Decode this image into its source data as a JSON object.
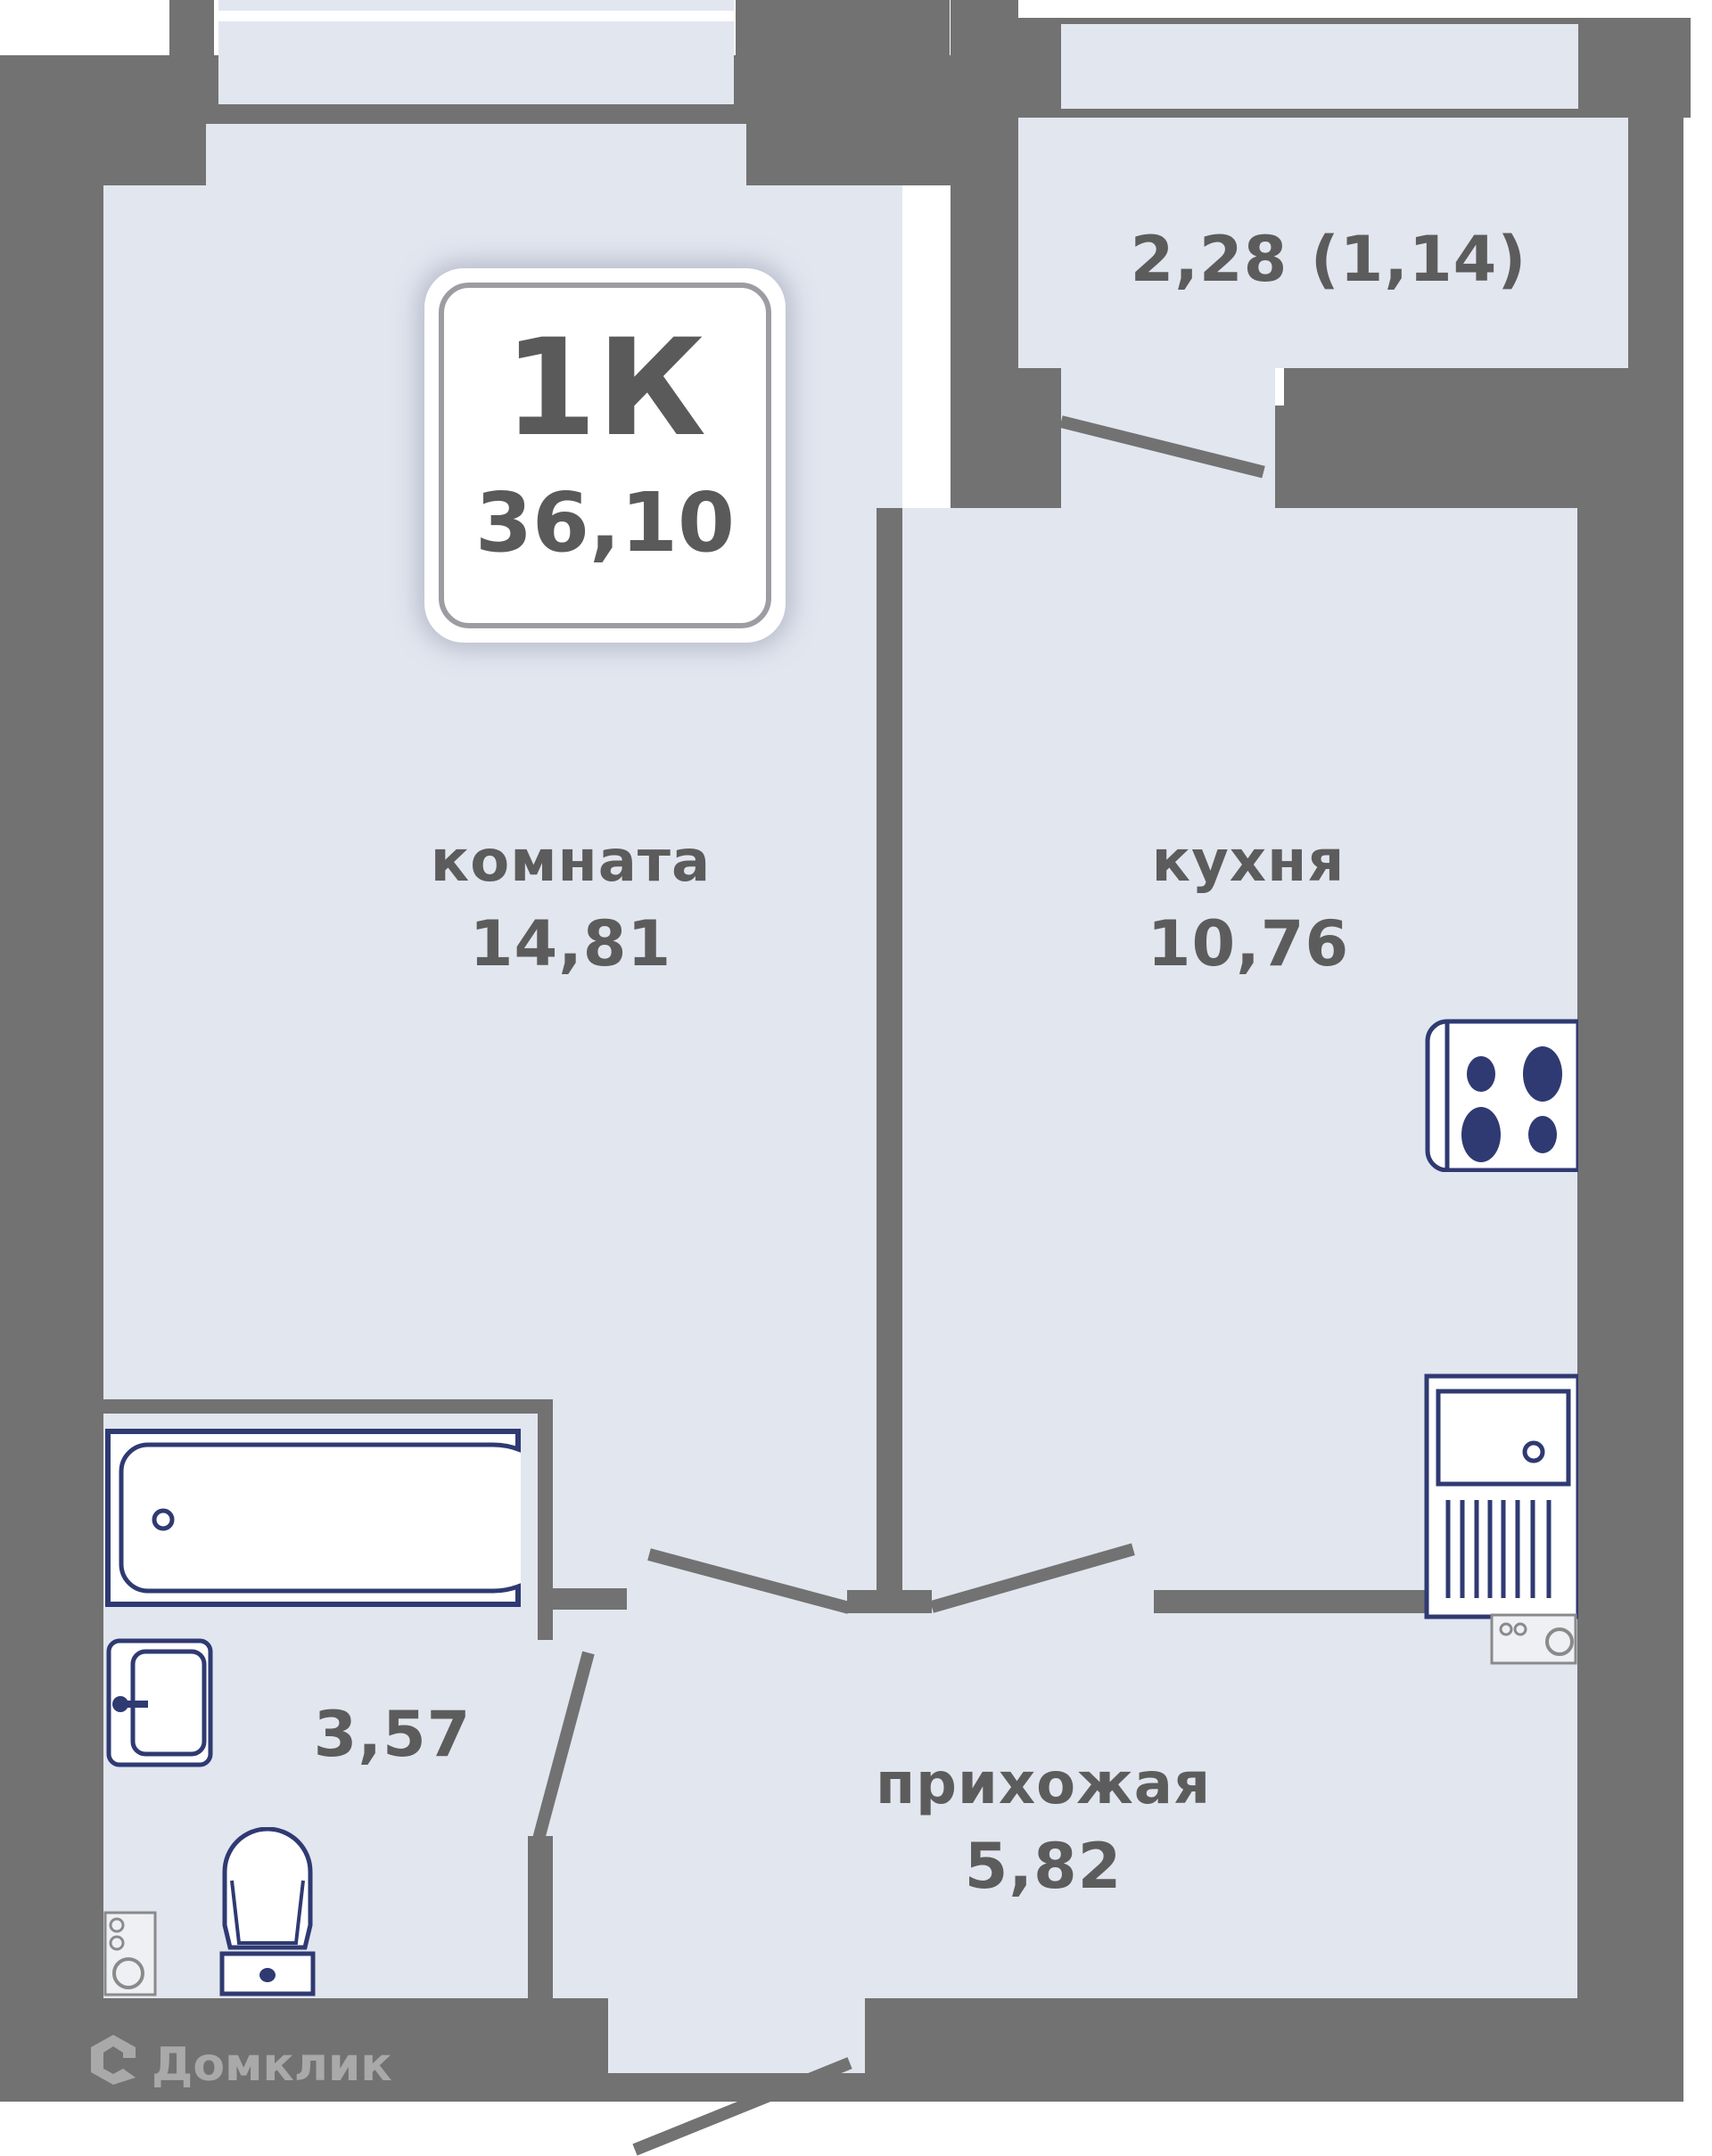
{
  "plan": {
    "apartment_type": "1К",
    "total_area": "36,10",
    "colors": {
      "wall": "#727272",
      "floor": "#e2e6ef",
      "text": "#5c5c5c",
      "fixture_stroke": "#2f3a72",
      "badge_bg": "#ffffff",
      "badge_border": "#9c9ca2"
    }
  },
  "rooms": {
    "living": {
      "name": "комната",
      "area": "14,81"
    },
    "kitchen": {
      "name": "кухня",
      "area": "10,76"
    },
    "hallway": {
      "name": "прихожая",
      "area": "5,82"
    },
    "bathroom": {
      "area": "3,57"
    },
    "balcony": {
      "area": "2,28 (1,14)"
    }
  },
  "fixtures": [
    "bathtub-icon",
    "washbasin-icon",
    "toilet-icon",
    "stove-icon",
    "kitchen-sink-icon",
    "utility-meter-icon"
  ],
  "watermark": {
    "text": "Домклик",
    "icon": "domclick-logo-icon"
  }
}
